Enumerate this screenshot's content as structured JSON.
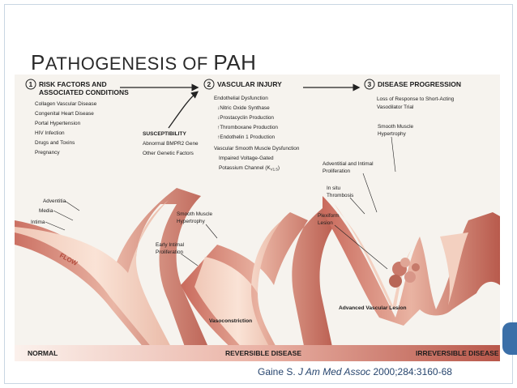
{
  "slide": {
    "title_first_letter": "P",
    "title_rest": "ATHOGENESIS OF ",
    "title_acronym": "PAH",
    "citation_author": "Gaine S. ",
    "citation_journal": "J Am Med Assoc",
    "citation_rest": " 2000;284:3160-68"
  },
  "figure": {
    "step1": {
      "number": "1",
      "heading_line1": "RISK FACTORS AND",
      "heading_line2": "ASSOCIATED CONDITIONS",
      "items": [
        "Collagen Vascular Disease",
        "Congenital Heart Disease",
        "Portal Hypertension",
        "HIV Infection",
        "Drugs and Toxins",
        "Pregnancy"
      ]
    },
    "susceptibility": {
      "heading": "SUSCEPTIBILITY",
      "items": [
        "Abnormal BMPR2 Gene",
        "Other Genetic Factors"
      ]
    },
    "step2": {
      "number": "2",
      "heading": "VASCULAR INJURY",
      "subheading": "Endothelial Dysfunction",
      "items": [
        "↓Nitric Oxide Synthase",
        "↓Prostacyclin Production",
        "↑Thromboxane Production",
        "↑Endothelin 1 Production"
      ],
      "smooth_heading": "Vascular Smooth Muscle Dysfunction",
      "smooth_line1": "Impaired Voltage-Gated",
      "smooth_line2": "Potassium Channel (K",
      "smooth_sub": "V1.5",
      "smooth_close": ")"
    },
    "step3": {
      "number": "3",
      "heading": "DISEASE PROGRESSION",
      "line1": "Loss of Response to Short-Acting",
      "line2": "Vasodilator Trial"
    },
    "labels": {
      "adventitia": "Adventitia",
      "media": "Media",
      "intima": "Intima",
      "flow": "FLOW",
      "smooth_muscle_hypertrophy_1": [
        "Smooth Muscle",
        "Hypertrophy"
      ],
      "early_intimal": [
        "Early Intimal",
        "Proliferation"
      ],
      "vasoconstriction": "Vasoconstriction",
      "smooth_muscle_hypertrophy_2": [
        "Smooth Muscle",
        "Hypertrophy"
      ],
      "adventitial_intimal": [
        "Adventitial and Intimal",
        "Proliferation"
      ],
      "in_situ": [
        "In situ",
        "Thrombosis"
      ],
      "plexiform": [
        "Plexiform",
        "Lesion"
      ],
      "advanced": "Advanced Vascular Lesion"
    },
    "bar": {
      "normal": "NORMAL",
      "reversible": "REVERSIBLE DISEASE",
      "irreversible": "IRREVERSIBLE DISEASE"
    }
  }
}
